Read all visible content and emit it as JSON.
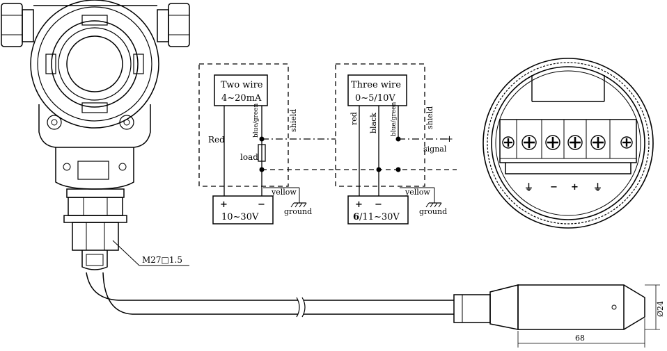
{
  "left_module": {
    "title_line1": "Two wire",
    "title_line2": "4~20mA",
    "wire_red": "Red",
    "wire_bluegreen": "blue/green",
    "shield": "shield",
    "load": "load",
    "yellow": "yellow",
    "ground": "ground",
    "supply_plus": "+",
    "supply_minus": "−",
    "supply_voltage": "10~30V"
  },
  "right_module": {
    "title_line1": "Three wire",
    "title_line2": "0~5/10V",
    "wire_red": "red",
    "wire_black": "black",
    "wire_bluegreen": "blue/green",
    "shield": "shield",
    "signal_plus": "+",
    "signal": "signal",
    "yellow": "yellow",
    "ground": "ground",
    "supply_plus": "+",
    "supply_minus": "−",
    "supply_voltage_bold": "6",
    "supply_voltage_rest": "/11~30V"
  },
  "terminal_block": {
    "symbols": [
      "⏚",
      "−",
      "+",
      "⏚"
    ]
  },
  "thread_label": "M27□1.5",
  "dim_diameter": "Ø24",
  "dim_length": "68"
}
